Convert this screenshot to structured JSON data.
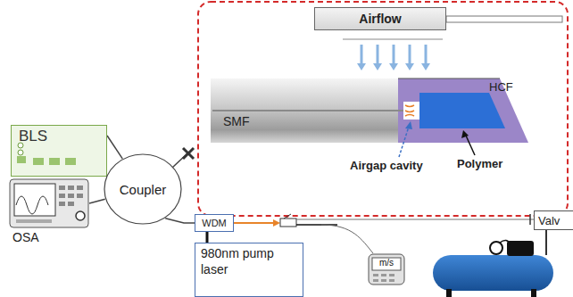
{
  "diagram": {
    "nodes": [
      {
        "text": [
          "Airflow"
        ]
      },
      {
        "text": [
          "BLS"
        ]
      },
      {
        "text": [
          "OSA"
        ]
      },
      {
        "text": [
          "Coupler"
        ]
      },
      {
        "text": [
          "WDM"
        ]
      },
      {
        "text": [
          "980nm pump laser"
        ]
      },
      {
        "text": [
          "m/s"
        ]
      },
      {
        "text": [
          "Valv"
        ]
      }
    ],
    "edges": [
      {
        "from": 1,
        "to": 3,
        "arrow": "none"
      },
      {
        "from": 2,
        "to": 3,
        "arrow": "none"
      },
      {
        "from": 3,
        "to": 4,
        "arrow": "none"
      },
      {
        "from": 5,
        "to": 4,
        "arrow": "none"
      }
    ],
    "labels": [
      "HCF",
      "SMF",
      "Airgap cavity",
      "Polymer"
    ]
  }
}
